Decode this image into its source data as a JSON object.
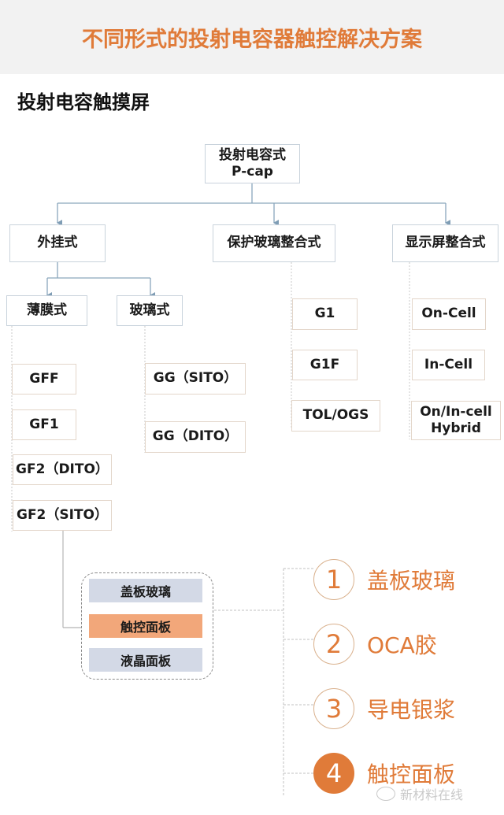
{
  "header": {
    "title": "不同形式的投射电容器触控解决方案"
  },
  "subtitle": "投射电容触摸屏",
  "tree": {
    "root": {
      "line1": "投射电容式",
      "line2": "P-cap"
    },
    "branches": [
      {
        "label": "外挂式"
      },
      {
        "label": "保护玻璃整合式"
      },
      {
        "label": "显示屏整合式"
      }
    ],
    "external_sub": [
      {
        "label": "薄膜式"
      },
      {
        "label": "玻璃式"
      }
    ],
    "film_items": [
      "GFF",
      "GF1",
      "GF2（DITO）",
      "GF2（SITO）"
    ],
    "glass_items": [
      "GG（SITO）",
      "GG（DITO）"
    ],
    "cover_glass_items": [
      "G1",
      "G1F",
      "TOL/OGS"
    ],
    "display_items": [
      "On-Cell",
      "In-Cell",
      {
        "line1": "On/In-cell",
        "line2": "Hybrid"
      }
    ]
  },
  "stack": {
    "layers": [
      "盖板玻璃",
      "触控面板",
      "液晶面板"
    ],
    "highlight_color": "#f2a77a",
    "base_color": "#d3d9e6"
  },
  "steps": [
    {
      "number": "1",
      "label": "盖板玻璃",
      "active": false
    },
    {
      "number": "2",
      "label": "OCA胶",
      "active": false
    },
    {
      "number": "3",
      "label": "导电银浆",
      "active": false
    },
    {
      "number": "4",
      "label": "触控面板",
      "active": true
    }
  ],
  "accent_color": "#e07b39",
  "watermark": "新材料在线"
}
